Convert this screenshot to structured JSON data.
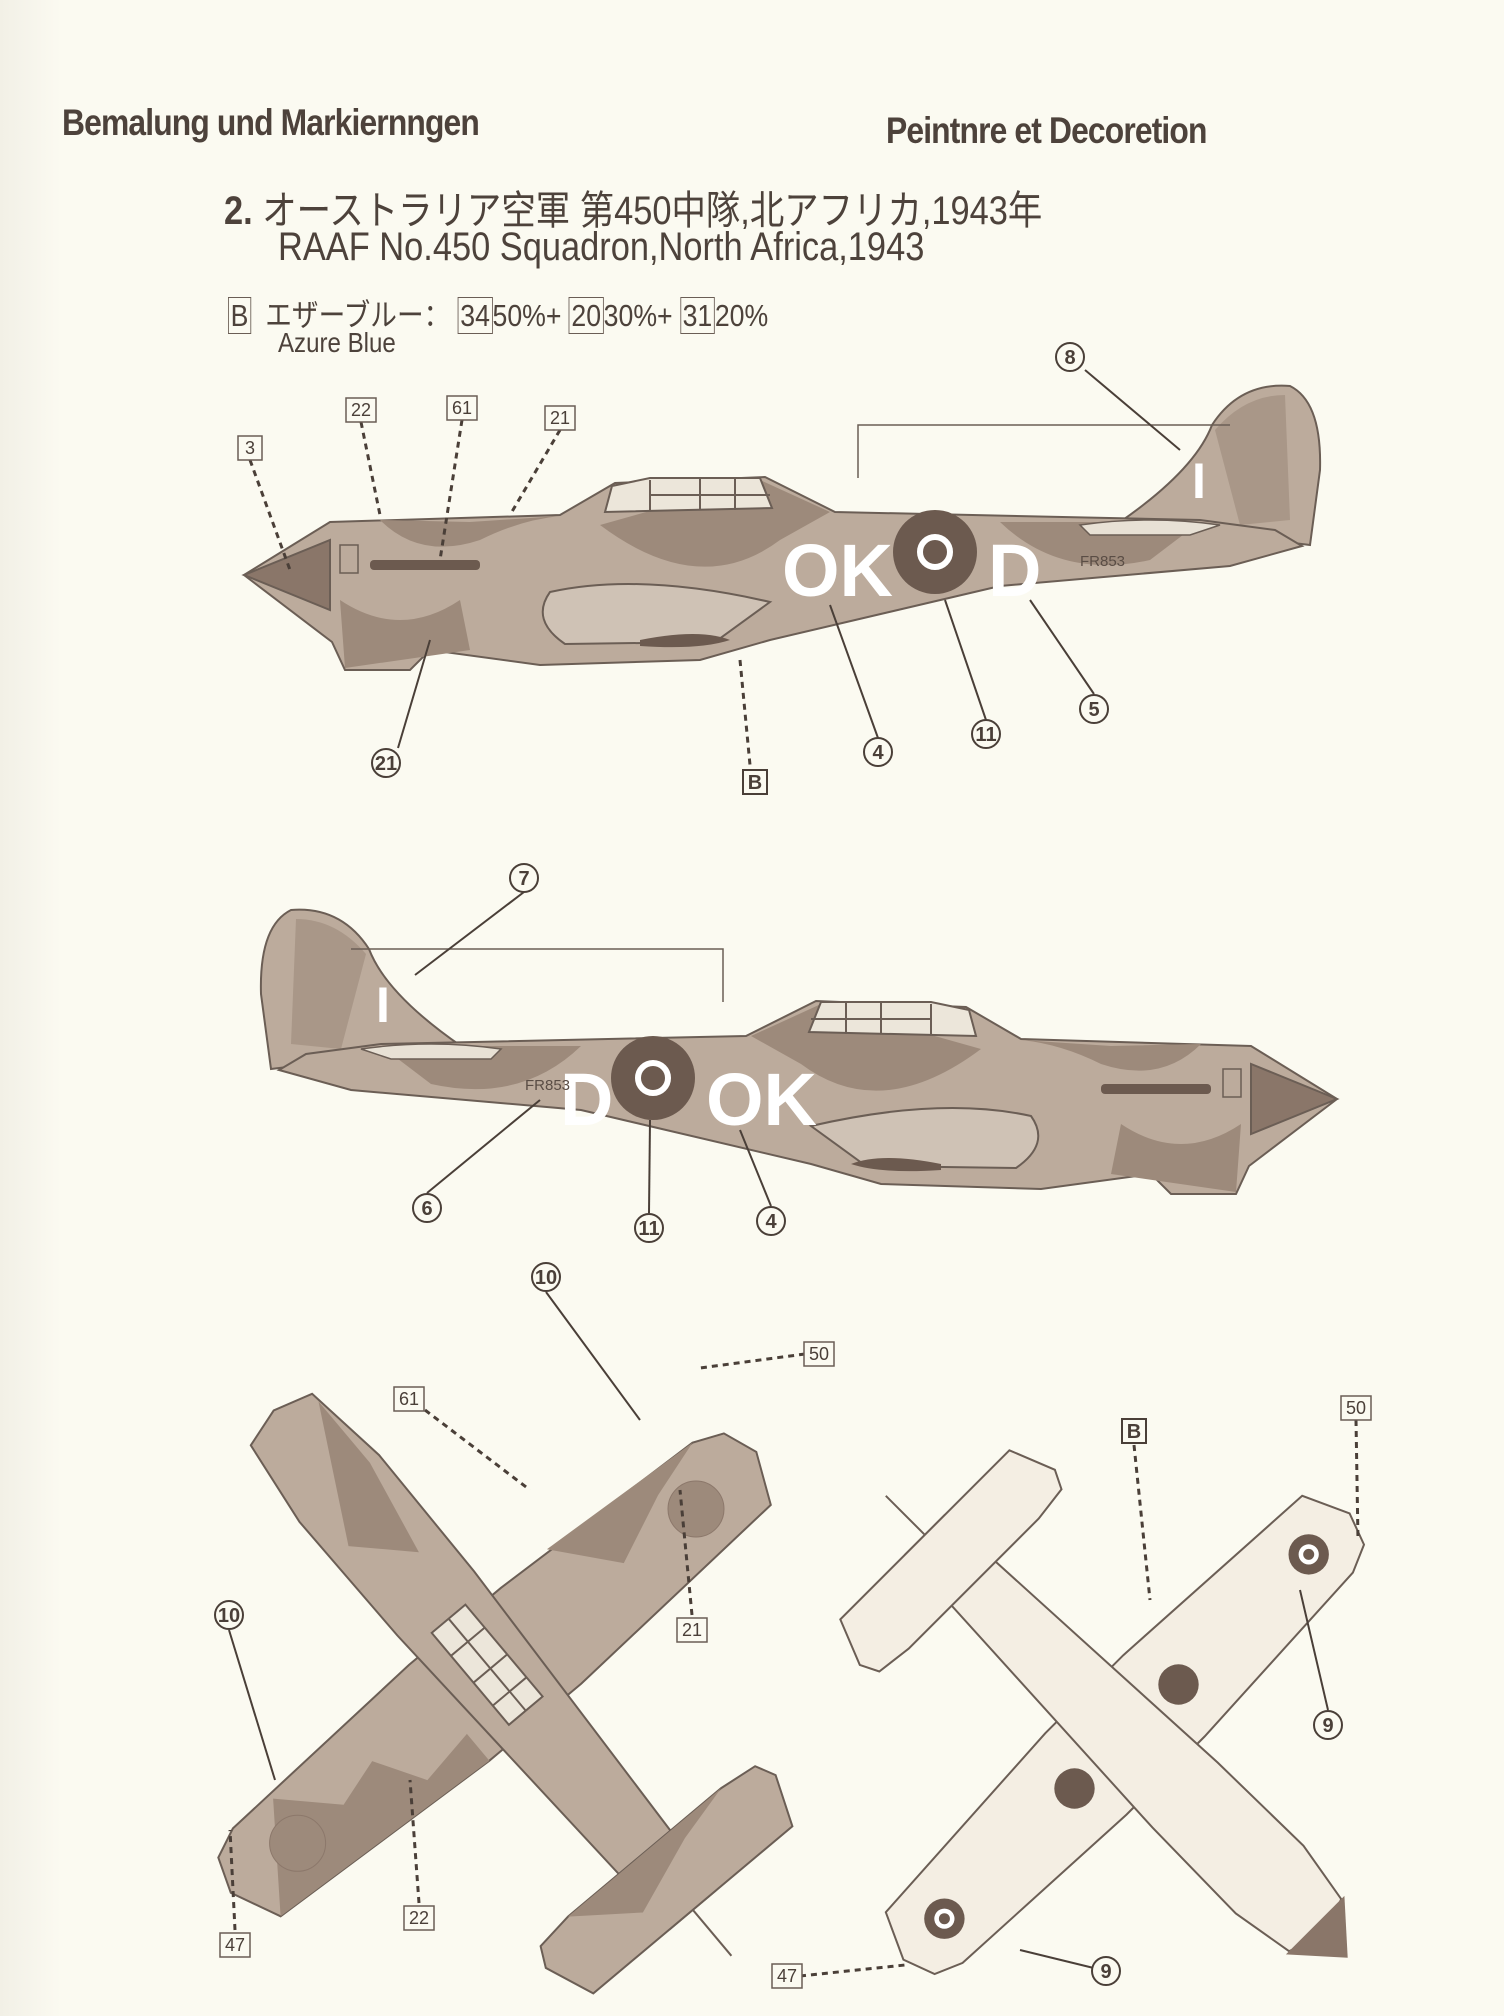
{
  "header": {
    "left": "Bemalung und Markiernngen",
    "right": "Peintnre et Decoretion"
  },
  "scheme": {
    "number": "2.",
    "title_jp": "オーストラリア空軍 第450中隊,北アフリカ,1943年",
    "title_en": "RAAF No.450 Squadron,North Africa,1943"
  },
  "color_spec": {
    "key": "B",
    "name_jp": "エザーブルー：",
    "parts": [
      {
        "code": "34",
        "pct": "50%+"
      },
      {
        "code": "20",
        "pct": "30%+"
      },
      {
        "code": "31",
        "pct": "20%"
      }
    ],
    "name_en": "Azure Blue"
  },
  "markings": {
    "code_left": "OK",
    "code_right": "D",
    "fin_letter": "I",
    "serial": "FR853"
  },
  "callouts": {
    "side1": {
      "box": [
        "3",
        "22",
        "61",
        "21"
      ],
      "circle": [
        "8",
        "21",
        "B",
        "4",
        "11",
        "5"
      ]
    },
    "side2": {
      "circle": [
        "7",
        "6",
        "11",
        "4"
      ]
    },
    "top": {
      "circle": [
        "10",
        "10"
      ],
      "box": [
        "50",
        "61",
        "21",
        "22",
        "47"
      ]
    },
    "bottom": {
      "circle": [
        "B",
        "9",
        "9"
      ],
      "box": [
        "50",
        "47"
      ]
    }
  },
  "colors": {
    "paper": "#fbfaf1",
    "ink": "#4a3f38",
    "camo_light": "#bcab9c",
    "camo_dark": "#9d8a7b",
    "roundel": "#6c5a4f",
    "underside": "#f4eee3"
  }
}
